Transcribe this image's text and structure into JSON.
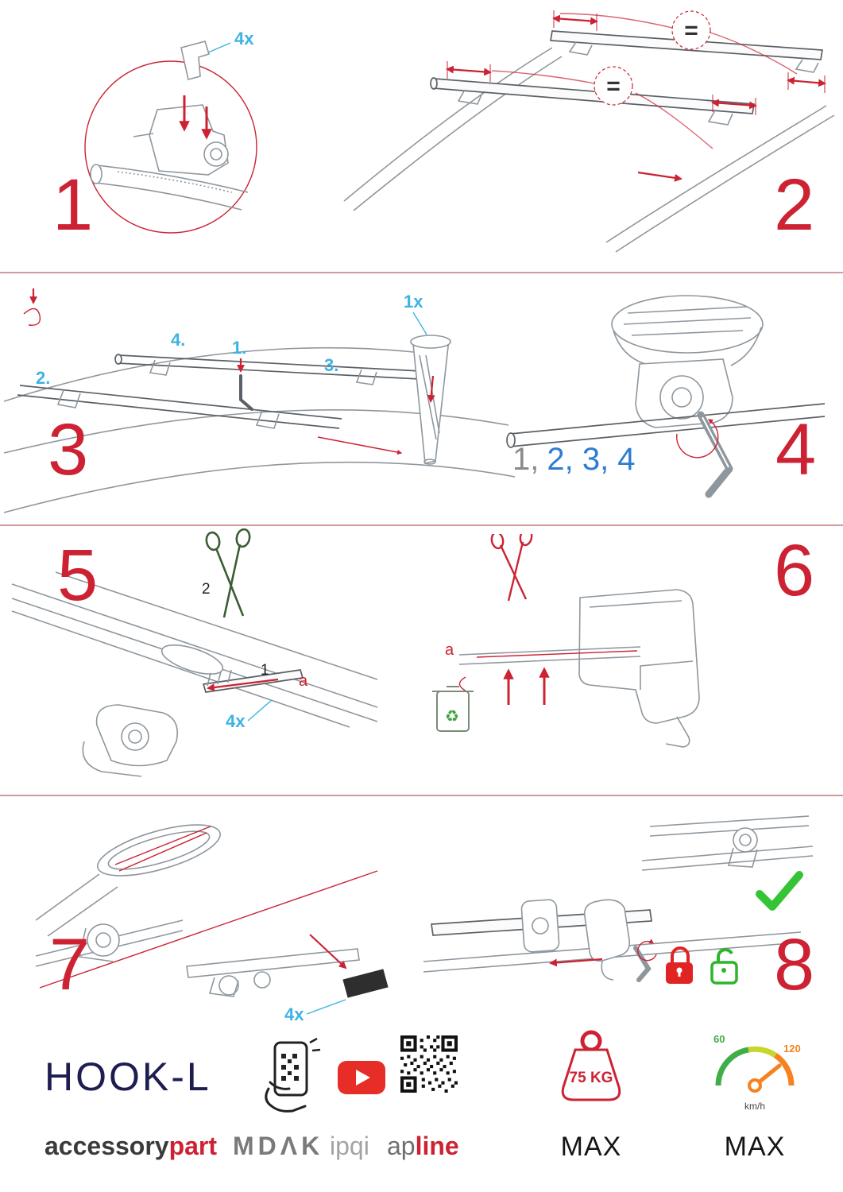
{
  "colors": {
    "accent_red": "#cc2233",
    "accent_blue": "#3eb3e2",
    "sequence_blue": "#2e7dd1",
    "check_green": "#35c435",
    "lock_red": "#e02424",
    "lock_green": "#2db52d",
    "brand_navy": "#1d1d52"
  },
  "steps": {
    "s1": {
      "num": "1",
      "count": "4x"
    },
    "s2": {
      "num": "2",
      "equals": "="
    },
    "s3": {
      "num": "3",
      "label1": "1.",
      "label2": "2.",
      "label3": "3.",
      "label4": "4.",
      "count": "1x"
    },
    "s4": {
      "num": "4",
      "seq_done": "1,",
      "seq_todo": "2, 3, 4"
    },
    "s5": {
      "num": "5",
      "cut_label": "2",
      "insert_label": "1",
      "strip_label": "a",
      "count": "4x"
    },
    "s6": {
      "num": "6",
      "strip_label": "a",
      "recycle_glyph": "♻"
    },
    "s7": {
      "num": "7",
      "count": "4x"
    },
    "s8": {
      "num": "8"
    }
  },
  "footer": {
    "product": "HOOK-L",
    "brand1_gray": "accessory",
    "brand1_red": "part",
    "brand2": "MDΛK",
    "brand3": "ipqi",
    "brand4_gray": "ap",
    "brand4_red": "line",
    "weight_value": "75 KG",
    "weight_max": "MAX",
    "speed_low": "60",
    "speed_high": "120",
    "speed_unit": "km/h",
    "speed_max": "MAX"
  }
}
